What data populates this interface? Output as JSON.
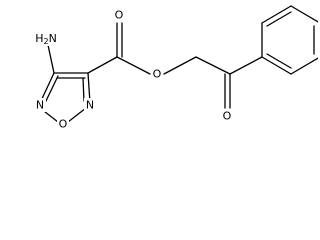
{
  "molecule": {
    "description_text": "",
    "atoms": {
      "amino_n": "H2N",
      "amino_h_prefix": "H",
      "amino_h_sub": "2",
      "amino_n_letter": "N",
      "ring_o": "O",
      "ring_n_left": "N",
      "ring_n_right": "N",
      "ester_o": "O",
      "carbonyl_o_ester": "O",
      "carbonyl_o_ketone": "O"
    }
  }
}
